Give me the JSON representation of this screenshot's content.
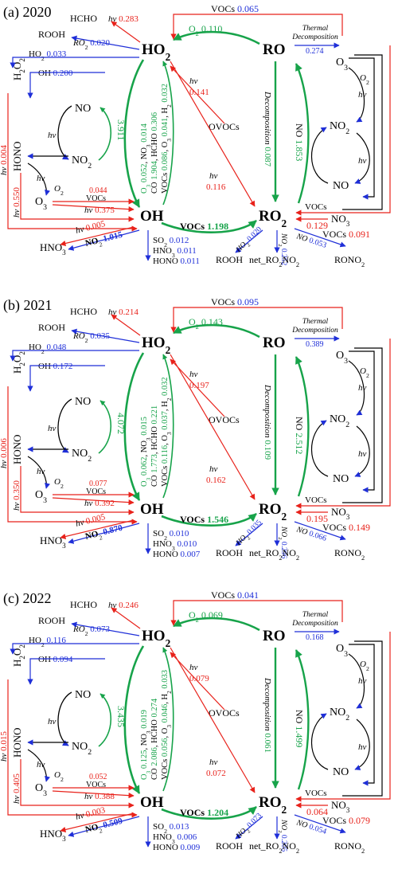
{
  "colors": {
    "black": "#000000",
    "red": "#e8221b",
    "blue": "#1f2fd8",
    "green": "#17a34a"
  },
  "panels": [
    {
      "label": "(a) 2020",
      "r": {
        "hcho": "0.283",
        "hv_h2o2": "0.004",
        "hv_hono": "0.550",
        "o3_voc": "0.044",
        "hv_oh": "0.375",
        "hv_hno3": "0.005",
        "hv_ho2": "0.141",
        "hv_ro2": "0.116",
        "ro2_no3": "0.129",
        "ro2_vocs": "0.091"
      },
      "b": {
        "top_vocs": "0.065",
        "ro2": "0.020",
        "ho2_out": "0.033",
        "oh_top": "0.200",
        "therm": "0.274",
        "no2_oh": "1.015",
        "so2": "0.012",
        "hno3": "0.011",
        "hono": "0.011",
        "ho2_ro2": "0.020",
        "no_ro2": "0.252",
        "no_rono2": "0.053"
      },
      "g": {
        "o2_top": "0.110",
        "no_oh": "3.911",
        "o3": "0.052",
        "no3": "0.014",
        "co": "1.904",
        "hcho": "0.306",
        "vocs": "0.086",
        "o3b": "0.041",
        "h2": "0.032",
        "decomp": "0.087",
        "no_ro": "1.853",
        "vocs_oh": "1.198"
      }
    },
    {
      "label": "(b) 2021",
      "r": {
        "hcho": "0.214",
        "hv_h2o2": "0.006",
        "hv_hono": "0.350",
        "o3_voc": "0.077",
        "hv_oh": "0.392",
        "hv_hno3": "0.005",
        "hv_ho2": "0.197",
        "hv_ro2": "0.162",
        "ro2_no3": "0.195",
        "ro2_vocs": "0.149"
      },
      "b": {
        "top_vocs": "0.095",
        "ro2": "0.035",
        "ho2_out": "0.048",
        "oh_top": "0.172",
        "therm": "0.389",
        "no2_oh": "0.870",
        "so2": "0.010",
        "hno3": "0.010",
        "hono": "0.007",
        "ho2_ro2": "0.035",
        "no_ro2": "0.296",
        "no_rono2": "0.066"
      },
      "g": {
        "o2_top": "0.143",
        "no_oh": "4.072",
        "o3": "0.062",
        "no3": "0.015",
        "co": "1.773",
        "hcho": "0.221",
        "vocs": "0.116",
        "o3b": "0.037",
        "h2": "0.032",
        "decomp": "0.109",
        "no_ro": "2.512",
        "vocs_oh": "1.546"
      }
    },
    {
      "label": "(c) 2022",
      "r": {
        "hcho": "0.246",
        "hv_h2o2": "0.015",
        "hv_hono": "0.405",
        "o3_voc": "0.052",
        "hv_oh": "0.388",
        "hv_hno3": "0.003",
        "hv_ho2": "0.079",
        "hv_ro2": "0.072",
        "ro2_no3": "0.064",
        "ro2_vocs": "0.079"
      },
      "b": {
        "top_vocs": "0.041",
        "ro2": "0.073",
        "ho2_out": "0.116",
        "oh_top": "0.094",
        "therm": "0.168",
        "no2_oh": "0.509",
        "so2": "0.013",
        "hno3": "0.006",
        "hono": "0.009",
        "ho2_ro2": "0.073",
        "no_ro2": "0.205",
        "no_rono2": "0.054"
      },
      "g": {
        "o2_top": "0.069",
        "no_oh": "3.435",
        "o3": "0.125",
        "no3": "0.019",
        "co": "2.086",
        "hcho": "0.274",
        "vocs": "0.056",
        "o3b": "0.046",
        "h2": "0.033",
        "decomp": "0.061",
        "no_ro": "1.499",
        "vocs_oh": "1.204"
      }
    }
  ]
}
